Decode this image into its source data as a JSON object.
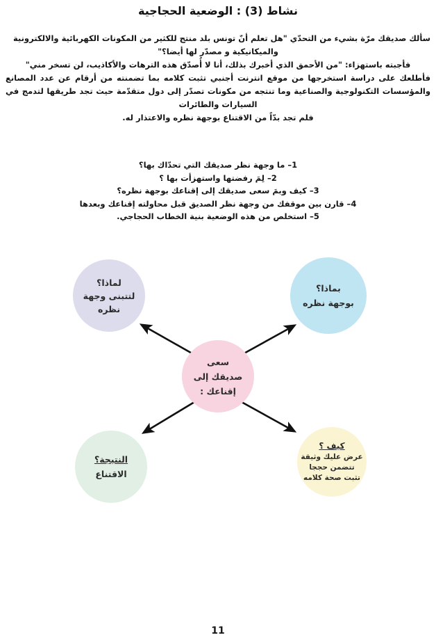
{
  "document": {
    "title": "نشاط (3) : الوضعية الحجاجية",
    "page_number": "11"
  },
  "body": {
    "paragraphs": [
      "سألك صديقك مرّة بشيء من التحدّي \"هل تعلم أنّ تونس بلد منتج للكثير من المكونات الكهربائية والالكترونية والميكانيكية و مصدّر لها أيضا؟\"",
      "فأجبته باستهزاء: \"من الأحمق الذي أخبرك بذلك، أنا لا أُصدّق هذه الترهات والأكاذيب، لن تسخر مني\"",
      "فأطلعك على دراسة استخرجها من موقع انترنت أجنبي تثبت كلامه بما تضمنته من أرقام عن عدد المصانع والمؤسسات التكنولوجية والصناعية وما تنتجه من مكونات تصدّر إلى دول متقدّمة حيث تجد طريقها لتدمج في السيارات والطائرات",
      "فلم تجد بدّاً من الاقتناع بوجهة نظره والاعتذار له."
    ]
  },
  "questions": [
    "1– ما وجهة نظر صديقك التي تحدّاك بها؟",
    "2– لِمَ رفضتها واستهزأت بها ؟",
    "3– كيف وبمَ سعى صديقك إلى إقناعك بوجهة نظره؟",
    "4– قارن بين موقفك من وجهة نظر الصديق قبل محاولته إقناعك وبعدها",
    "5– استخلص من هذه الوضعية بنية الخطاب الحجاجي."
  ],
  "diagram": {
    "center": {
      "lines": [
        "سعى",
        "صديقك إلى",
        "إقناعك :"
      ],
      "color": "#f8d3e0"
    },
    "nodes": [
      {
        "id": "why",
        "lines": [
          "لماذا؟",
          "لتتبنى وجهة",
          "نظره"
        ],
        "color": "#dcdcec"
      },
      {
        "id": "with-what",
        "lines": [
          "بماذا؟",
          "بوجهة نظره"
        ],
        "color": "#bfe4f2"
      },
      {
        "id": "result",
        "lines": [
          "النتيجة؟",
          "الاقتناع"
        ],
        "color": "#e2efe5"
      },
      {
        "id": "how",
        "head": "كيف ؟",
        "lines": [
          "عرض عليك وثيقة",
          "تتضمن حججا",
          "تثبت صحة كلامه"
        ],
        "color": "#fbf4d2"
      }
    ],
    "arrow_color": "#111111"
  }
}
